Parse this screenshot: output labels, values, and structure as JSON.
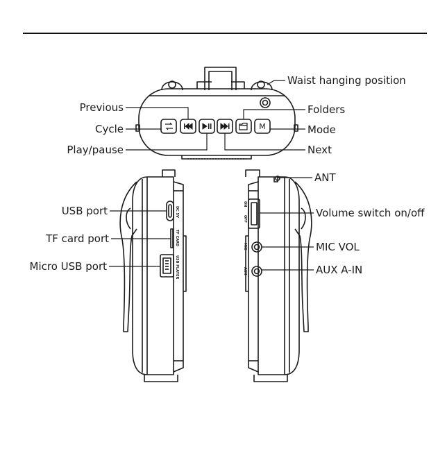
{
  "labels": {
    "waist": "Waist hanging position",
    "previous": "Previous",
    "cycle": "Cycle",
    "play_pause": "Play/pause",
    "folders": "Folders",
    "mode": "Mode",
    "next": "Next",
    "ant": "ANT",
    "usb_port": "USB port",
    "tf_card_port": "TF card port",
    "micro_usb_port": "Micro USB port",
    "volume_switch": "Volume switch on/off",
    "mic_vol": "MIC VOL",
    "aux_in": "AUX A-IN"
  },
  "buttons": {
    "mode_letter": "M"
  },
  "device_print": {
    "dc": "DC 5V",
    "tf": "TF CARD",
    "usb": "USB PLAYER",
    "mic": "MIC",
    "aux": "AUX",
    "on": "ON",
    "off": "OFF"
  }
}
